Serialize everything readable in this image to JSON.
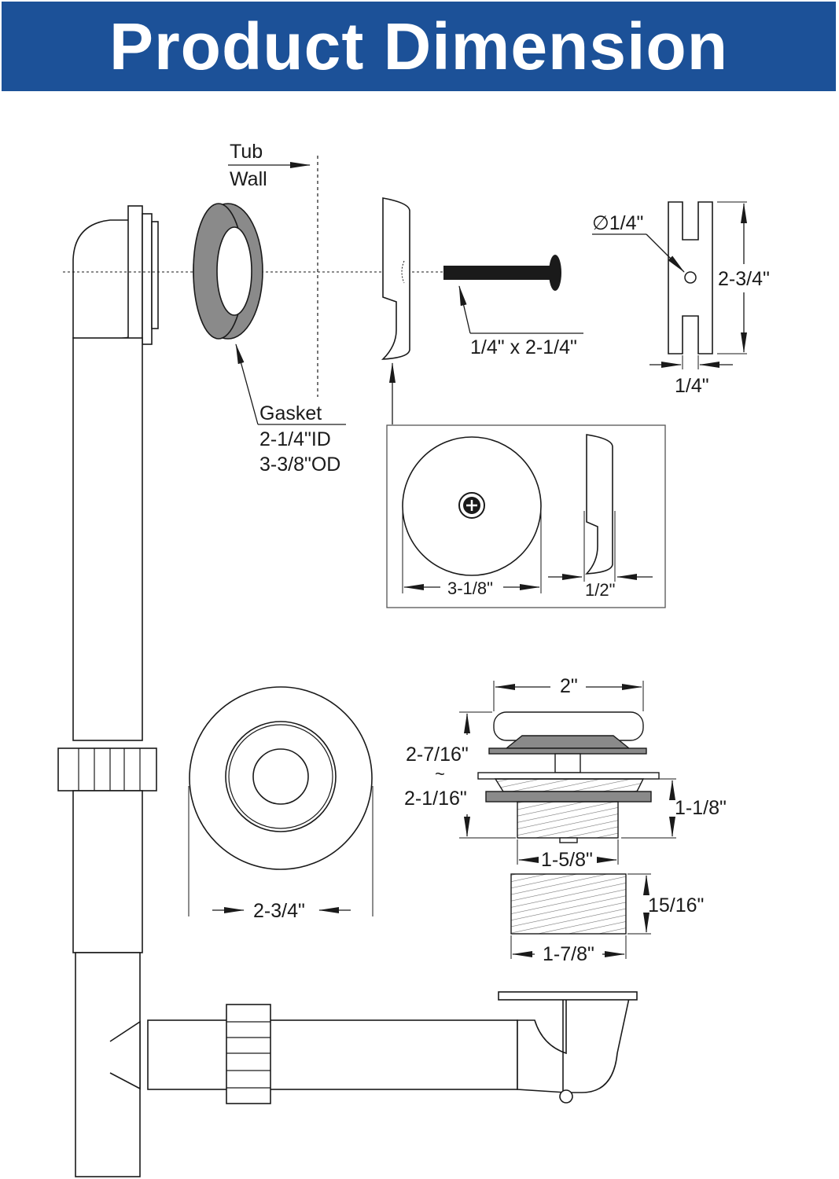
{
  "header": {
    "title": "Product Dimension"
  },
  "colors": {
    "banner": "#1c5198",
    "banner_text": "#ffffff",
    "line": "#1a1a1a",
    "gasket": "#8a8a8a"
  },
  "labels": {
    "tub_wall_1": "Tub",
    "tub_wall_2": "Wall",
    "gasket_title": "Gasket",
    "gasket_id": "2-1/4\"ID",
    "gasket_od": "3-3/8\"OD",
    "screw": "1/4\" x 2-1/4\"",
    "hole_dia": "∅1/4\"",
    "bracket_height": "2-3/4\"",
    "bracket_width": "1/4\"",
    "plate_dia": "3-1/8\"",
    "plate_depth": "1/2\"",
    "flange_dia": "2-3/4\"",
    "stopper_top": "2\"",
    "stopper_h_max": "2-7/16\"",
    "tilde": "~",
    "stopper_h_min": "2-1/16\"",
    "body_height": "1-1/8\"",
    "body_dia": "1-5/8\"",
    "adapter_height": "15/16\"",
    "adapter_dia": "1-7/8\""
  }
}
